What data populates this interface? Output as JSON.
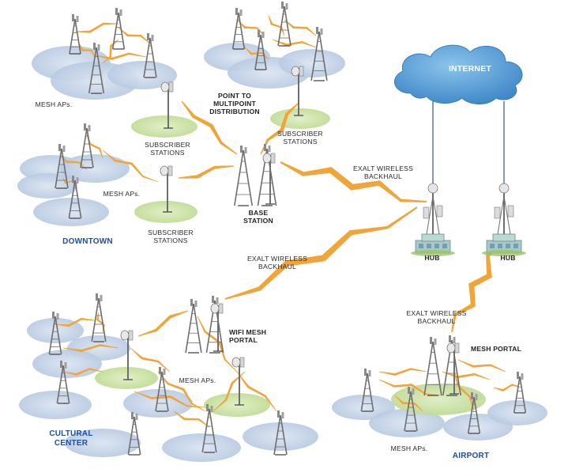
{
  "labels": {
    "internet": "INTERNET",
    "mesh_aps_top": "MESH APs.",
    "point_to_multipoint": "POINT TO\nMULTIPOINT\nDISTRIBUTION",
    "subscriber_stations_a": "SUBSCRIBER\nSTATIONS",
    "subscriber_stations_b": "SUBSCRIBER\nSTATIONS",
    "subscriber_stations_c": "SUBSCRIBER\nSTATIONS",
    "mesh_aps_downtown": "MESH APs.",
    "downtown": "DOWNTOWN",
    "base_station": "BASE\nSTATION",
    "backhaul_top": "EXALT WIRELESS\nBACKHAUL",
    "hub_left": "HUB",
    "hub_right": "HUB",
    "backhaul_middle": "EXALT WIRELESS\nBACKHAUL",
    "backhaul_right": "EXALT WIRELESS\nBACKHAUL",
    "wifi_mesh_portal": "WIFI MESH\nPORTAL",
    "mesh_portal": "MESH PORTAL",
    "mesh_aps_cultural": "MESH APs.",
    "cultural_center": "CULTURAL\nCENTER",
    "mesh_aps_airport": "MESH APs.",
    "airport": "AIRPORT"
  },
  "colors": {
    "coverage_blue": "#c5d3e6",
    "coverage_green": "#cfe3a9",
    "wireless_link": "#f0a53a",
    "wired_link": "#6d7fa0",
    "cloud": "#4e9bd8",
    "area_label": "#1e4f9a",
    "tower": "#6e6e6e",
    "building": "#a9c9c3"
  },
  "icons": {
    "tower": "lattice-tower-icon",
    "subscriber": "subscriber-station-icon",
    "hub": "hub-building-icon",
    "cloud": "internet-cloud-icon",
    "link": "lightning-link-icon"
  }
}
